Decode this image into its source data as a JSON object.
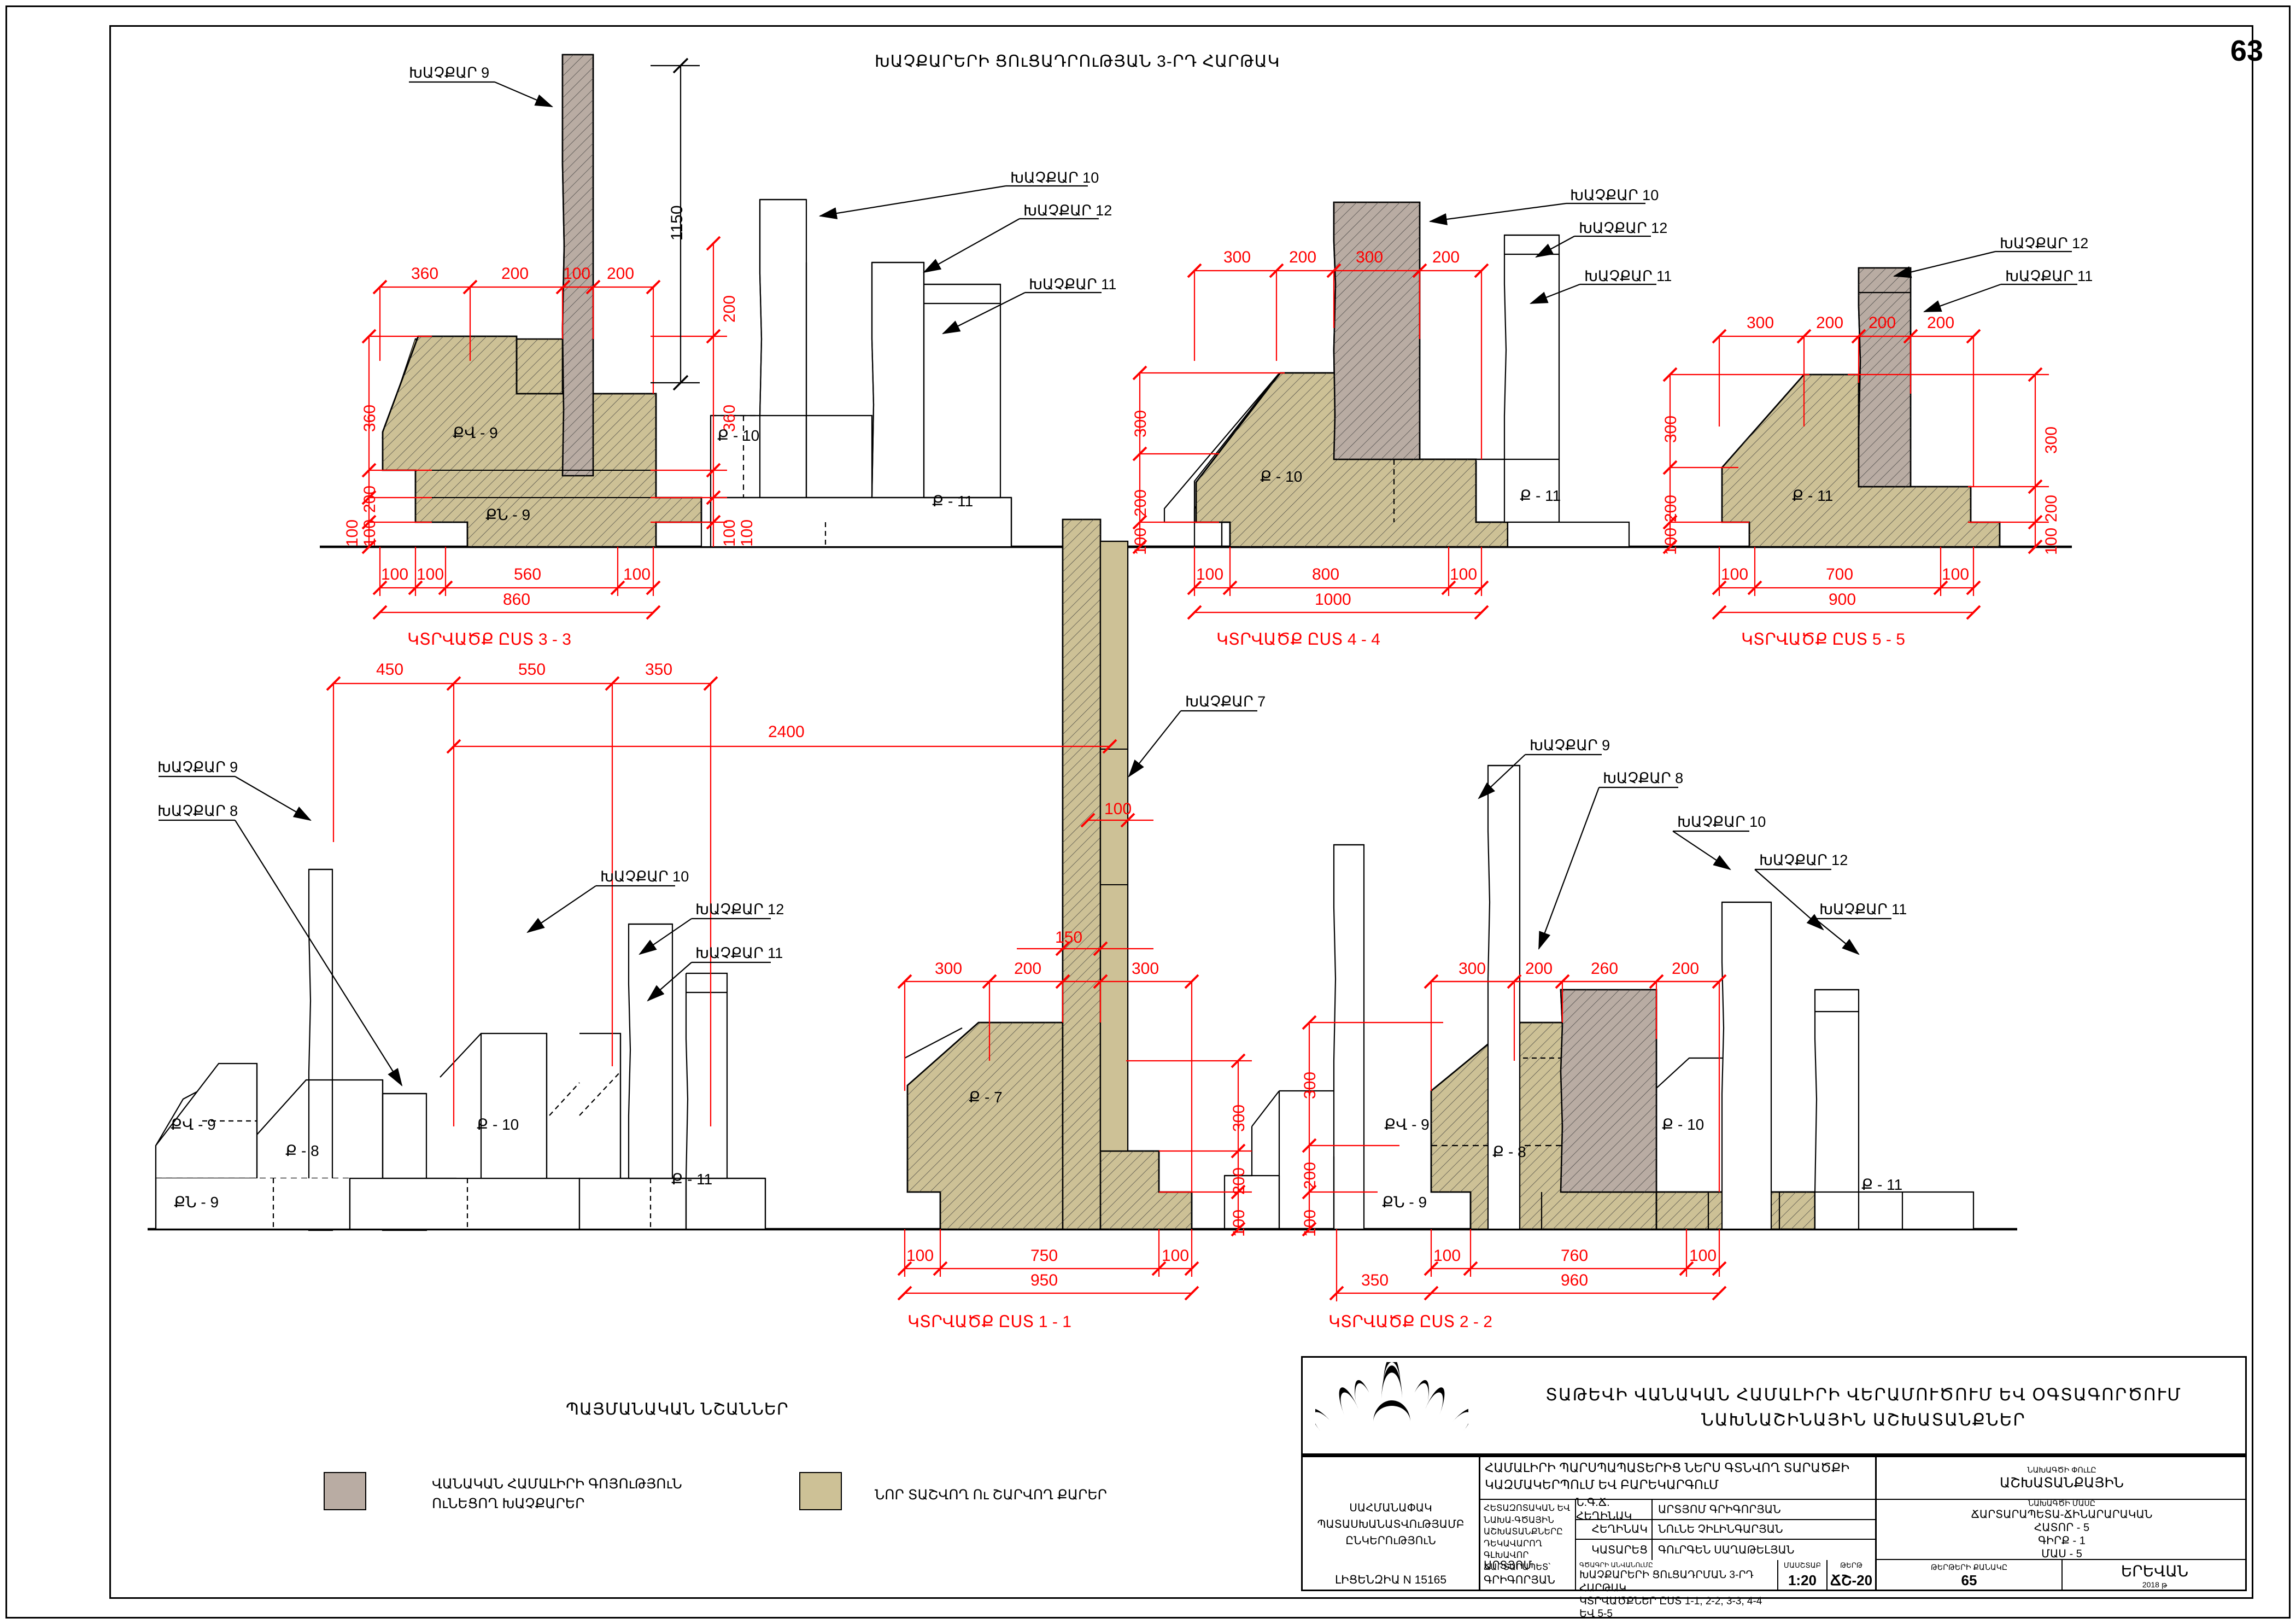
{
  "sheet": {
    "page_number": "63",
    "title": "ԽԱՉՔԱՐԵՐԻ ՑՈւՑԱԴՐՈւԹՅԱՆ 3-ՐԴ ՀԱՐԹԱԿ"
  },
  "colors": {
    "existing_khachkar": "#b9aca3",
    "new_stone": "#cdc196",
    "dimension": "#ff0000",
    "line": "#000000"
  },
  "leaders": {
    "k7": "ԽԱՉՔԱՐ 7",
    "k8": "ԽԱՉՔԱՐ 8",
    "k9": "ԽԱՉՔԱՐ 9",
    "k10": "ԽԱՉՔԱՐ 10",
    "k11": "ԽԱՉՔԱՐ 11",
    "k12": "ԽԱՉՔԱՐ 12"
  },
  "stone_marks": {
    "kv9": "ՔՎ - 9",
    "kn9": "ՔՆ - 9",
    "k7": "Ք - 7",
    "k8": "Ք - 8",
    "k9": "Ք - 9",
    "k10": "Ք - 10",
    "k11": "Ք - 11"
  },
  "sections": [
    {
      "id": "sec3",
      "label": "ԿՏՐՎԱԾՔ ԸՍՏ 3 - 3",
      "top_dims": [
        "360",
        "200",
        "100",
        "200"
      ],
      "left_dims": [
        "360",
        "200",
        "100",
        "100"
      ],
      "right_dims": [
        "200",
        "360",
        "100",
        "100"
      ],
      "bottom_dims": [
        "100",
        "100",
        "560",
        "100"
      ],
      "overall": "860",
      "height_note": "1150",
      "marks": [
        "ՔՎ - 9",
        "ՔՆ - 9",
        "Ք - 10",
        "Ք - 11"
      ]
    },
    {
      "id": "sec4",
      "label": "ԿՏՐՎԱԾՔ ԸՍՏ 4 - 4",
      "top_dims": [
        "300",
        "200",
        "300",
        "200"
      ],
      "left_dims": [
        "300",
        "200",
        "100"
      ],
      "bottom_dims": [
        "100",
        "800",
        "100"
      ],
      "overall": "1000",
      "marks": [
        "Ք - 10",
        "Ք - 11"
      ]
    },
    {
      "id": "sec5",
      "label": "ԿՏՐՎԱԾՔ ԸՍՏ 5 - 5",
      "top_dims": [
        "300",
        "200",
        "200",
        "200"
      ],
      "left_dims": [
        "300",
        "200",
        "100"
      ],
      "right_dims": [
        "300",
        "200",
        "100"
      ],
      "bottom_dims": [
        "100",
        "700",
        "100"
      ],
      "overall": "900",
      "marks": [
        "Ք - 11"
      ]
    },
    {
      "id": "sec1",
      "label": "ԿՏՐՎԱԾՔ ԸՍՏ 1 - 1",
      "top_dims": [
        "300",
        "200",
        "300"
      ],
      "shaft_dims": [
        "100",
        "150",
        "100"
      ],
      "right_dims": [
        "300",
        "200",
        "100"
      ],
      "bottom_dims": [
        "100",
        "750",
        "100"
      ],
      "overall": "950",
      "marks": [
        "Ք - 7"
      ]
    },
    {
      "id": "sec2",
      "label": "ԿՏՐՎԱԾՔ ԸՍՏ 2 - 2",
      "top_dims": [
        "300",
        "200",
        "260",
        "200"
      ],
      "left_dims": [
        "300",
        "200",
        "100"
      ],
      "bottom_dims": [
        "350",
        "100",
        "760",
        "100"
      ],
      "overall": "960",
      "marks": [
        "ՔՎ - 9",
        "ՔՆ - 9",
        "Ք - 8",
        "Ք - 10",
        "Ք - 11"
      ]
    }
  ],
  "elevation_left": {
    "chain_dims": [
      "450",
      "550",
      "350"
    ],
    "overall": "2400",
    "marks": [
      "ՔՎ - 9",
      "ՔՆ - 9",
      "Ք - 8",
      "Ք - 10",
      "Ք - 11"
    ],
    "leaders": [
      "ԽԱՉՔԱՐ 9",
      "ԽԱՉՔԱՐ 8",
      "ԽԱՉՔԱՐ 10",
      "ԽԱՉՔԱՐ 12",
      "ԽԱՉՔԱՐ 11"
    ]
  },
  "legend": {
    "title": "ՊԱՅՄԱՆԱԿԱՆ ՆՇԱՆՆԵՐ",
    "items": [
      {
        "color": "#b9aca3",
        "text": "ՎԱՆԱԿԱՆ ՀԱՄԱԼԻՐԻ ԳՈՅՈւԹՅՈւՆ\nՈւՆԵՑՈՂ ԽԱՉՔԱՐԵՐ"
      },
      {
        "color": "#cdc196",
        "text": "ՆՈՐ ՏԱՇՎՈՂ Ու ՇԱՐՎՈՂ ՔԱՐԵՐ"
      }
    ]
  },
  "title_block": {
    "company": "ՍԱՀՄԱՆԱՓԱԿ ՊԱՏԱՍԽԱՆԱՏՎՈւԹՅԱՄԲ ԸՆԿԵՐՈւԹՅՈւՆ",
    "license": "ԼԻՑԵՆԶԻԱ N 15165",
    "main_title_line1": "ՏԱԹԵՎԻ ՎԱՆԱԿԱՆ ՀԱՄԱԼԻՐԻ ՎԵՐԱՄՈՒԾՈՒՄ ԵՎ ՕԳՏԱԳՈՐԾՈՒՄ",
    "main_title_line2": "ՆԱԽՆԱՇԻՆԱՅԻՆ ԱՇԽԱՏԱՆՔՆԵՐ",
    "object_line1": "ՀԱՄԱԼԻՐԻ ՊԱՐՍՊԱՊԱՏԵՐԻՑ ՆԵՐՍ ԳՏՆՎՈՂ ՏԱՐԱԾՔԻ",
    "object_line2": "ԿԱԶՄԱԿԵՐՊՈւՄ ԵՎ ԲԱՐԵԿԱՐԳՈւՄ",
    "responsible_caption": "ՀԵՏԱԶՈՏԱԿԱՆ ԵՎ ՆԱԽԱ-ԳԾԱՅԻՆ ԱՇԽԱՏԱՆՔՆԵՐԸ ԴԵԿԱՎԱՐՈՂ ԳԼԽԱՎՈՐ ՃԱՐՏԱՐԱՊԵՏ՝",
    "responsible_name": "ԱՐՏՅՈՄ ԳՐԻԳՈՐՅԱՆ",
    "roles": [
      {
        "role": "Ն.Գ.Ճ. ՀԵՂԻՆԱԿ",
        "name": "ԱՐՏՅՈՄ  ԳՐԻԳՈՐՅԱՆ"
      },
      {
        "role": "ՀԵՂԻՆԱԿ",
        "name": "ՆՈւՆԵ ՉԻԼԻՆԳԱՐՅԱՆ"
      },
      {
        "role": "ԿԱՏԱՐԵՑ",
        "name": "ԳՈւՐԳԵՆ ՍԱՂԱԹԵԼՅԱՆ"
      }
    ],
    "drawing_caption": "ԳԾԱԳՐԻ ԱՆՎԱՆՈւՄԸ",
    "drawing_name_line1": "ԽԱՉՔԱՐԵՐԻ ՑՈւՑԱԴՐՄԱՆ 3-ՐԴ ՀԱՐԹԱԿ",
    "drawing_name_line2": "ԿՏՐՎԱԾՔՆԵՐ ԸՍՏ 1-1, 2-2, 3-3, 4-4 ԵՎ 5-5",
    "scale_caption": "ՄԱՍՇՏԱԲ",
    "scale_value": "1:20",
    "sheet_caption": "ԹԵՐԹ",
    "sheet_value": "ՃՇ-20",
    "stage_caption": "ՆԱԽԱԳԾԻ ՓՈւԼԸ",
    "stage_value": "ԱՇԽԱՏԱՆՔԱՅԻՆ",
    "part_caption": "ՆԱԽԱԳԾԻ ՄԱՍԸ",
    "part_value": "ՃԱՐՏԱՐԱՊԵՏԱ-ՃԻՆԱՐԱՐԱԿԱՆ\nՀԱՏՈՐ - 5\nԳԻՐՔ - 1\nՄԱՍ - 5",
    "pages_caption": "ԹԵՐԹԵՐԻ ՔԱՆԱԿԸ",
    "pages_value": "65",
    "city": "ԵՐԵՎԱՆ",
    "year": "2018 թ"
  }
}
